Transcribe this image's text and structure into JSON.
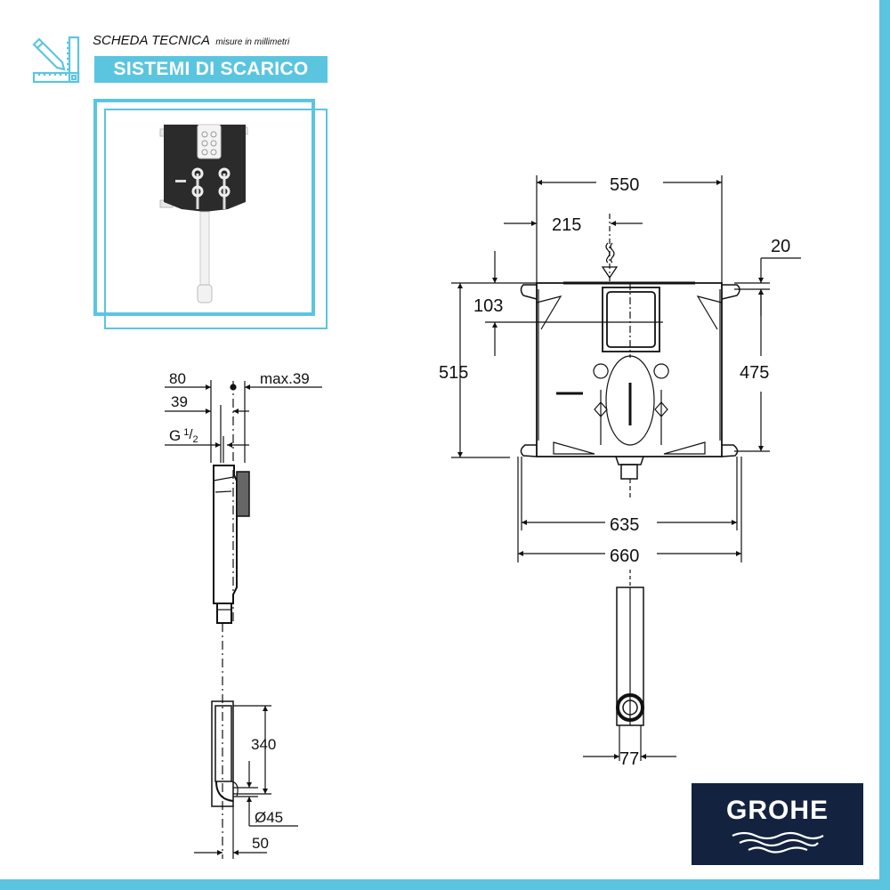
{
  "header": {
    "title": "SCHEDA TECNICA",
    "subtitle": "misure in millimetri",
    "banner": "SISTEMI DI SCARICO",
    "icon": "ruler-pencil-icon"
  },
  "colors": {
    "accent": "#5bc5e0",
    "logo_bg": "#13233f",
    "line": "#111111"
  },
  "product_photo": {
    "description": "concealed cistern frame with flush pipe"
  },
  "side_view": {
    "dim_80": "80",
    "dim_39": "39",
    "dim_max39": "max.39",
    "dim_thread": "G",
    "thread_num": "1",
    "thread_den": "2"
  },
  "front_view": {
    "dim_550": "550",
    "dim_215": "215",
    "dim_20": "20",
    "dim_103": "103",
    "dim_515": "515",
    "dim_475": "475",
    "dim_635": "635",
    "dim_660": "660",
    "water_symbol": "water-inlet-icon"
  },
  "pipe_side_view": {
    "dim_340": "340",
    "dim_d45": "Ø45",
    "dim_50": "50"
  },
  "pipe_front_view": {
    "dim_77": "77"
  },
  "logo": {
    "brand": "GROHE",
    "icon": "waves-icon"
  }
}
